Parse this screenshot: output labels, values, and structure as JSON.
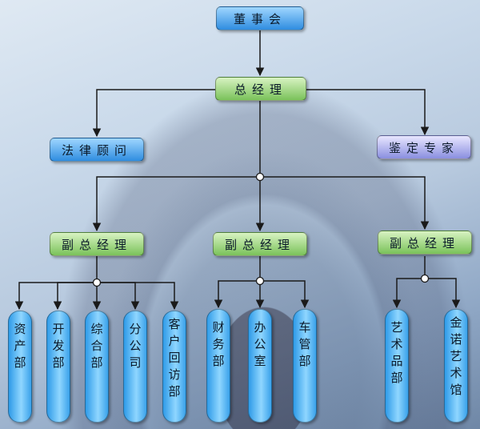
{
  "chart": {
    "board": "董事会",
    "gm": "总经理",
    "legal": "法律顾问",
    "expert": "鉴定专家",
    "vp": [
      "副总经理",
      "副总经理",
      "副总经理"
    ],
    "depts": [
      "资产部",
      "开发部",
      "综合部",
      "分公司",
      "客户回访部",
      "财务部",
      "办公室",
      "车管部",
      "艺术品部",
      "金诺艺术馆"
    ]
  },
  "colors": {
    "line": "#1a1a1a",
    "blue": "#2f8de0",
    "green": "#7ac25a",
    "lavender": "#8a8fe0"
  }
}
